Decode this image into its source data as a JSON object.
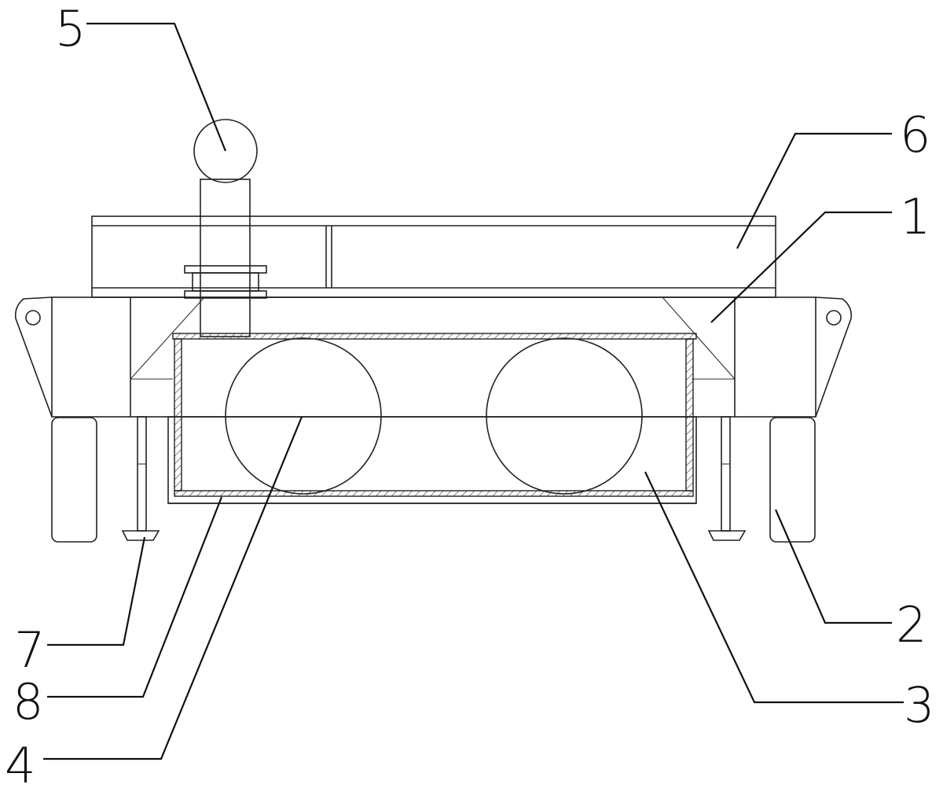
{
  "callouts": [
    {
      "id": "label-1",
      "text": "1"
    },
    {
      "id": "label-2",
      "text": "2"
    },
    {
      "id": "label-3",
      "text": "3"
    },
    {
      "id": "label-4",
      "text": "4"
    },
    {
      "id": "label-5",
      "text": "5"
    },
    {
      "id": "label-6",
      "text": "6"
    },
    {
      "id": "label-7",
      "text": "7"
    },
    {
      "id": "label-8",
      "text": "8"
    }
  ]
}
